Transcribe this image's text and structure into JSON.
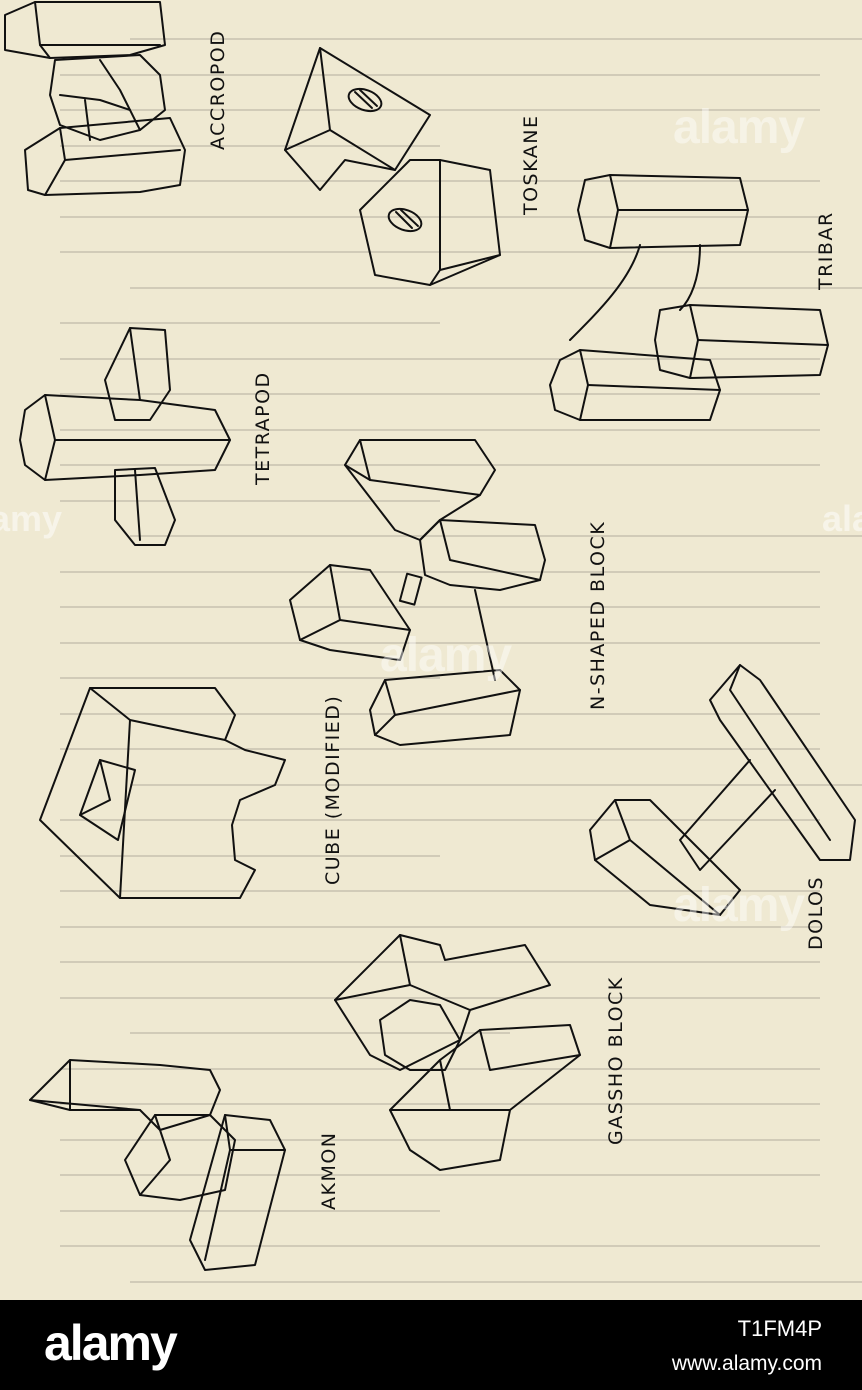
{
  "figure": {
    "labels": {
      "accropod": "ACCROPOD",
      "toskane": "TOSKANE",
      "tribar": "TRIBAR",
      "tetrapod": "TETRAPOD",
      "n_shaped_block": "N-SHAPED BLOCK",
      "cube_modified": "CUBE (MODIFIED)",
      "dolos": "DOLOS",
      "akmon": "AKMON",
      "gassho_block": "GASSHO BLOCK"
    }
  },
  "watermark": {
    "text": "alamy",
    "side_text": "amy"
  },
  "footer": {
    "logo": "alamy",
    "image_id": "T1FM4P",
    "url": "www.alamy.com"
  },
  "colors": {
    "paper": "#efe9d2",
    "ink": "#111111",
    "footer_bg": "#000000",
    "footer_text": "#ffffff"
  }
}
